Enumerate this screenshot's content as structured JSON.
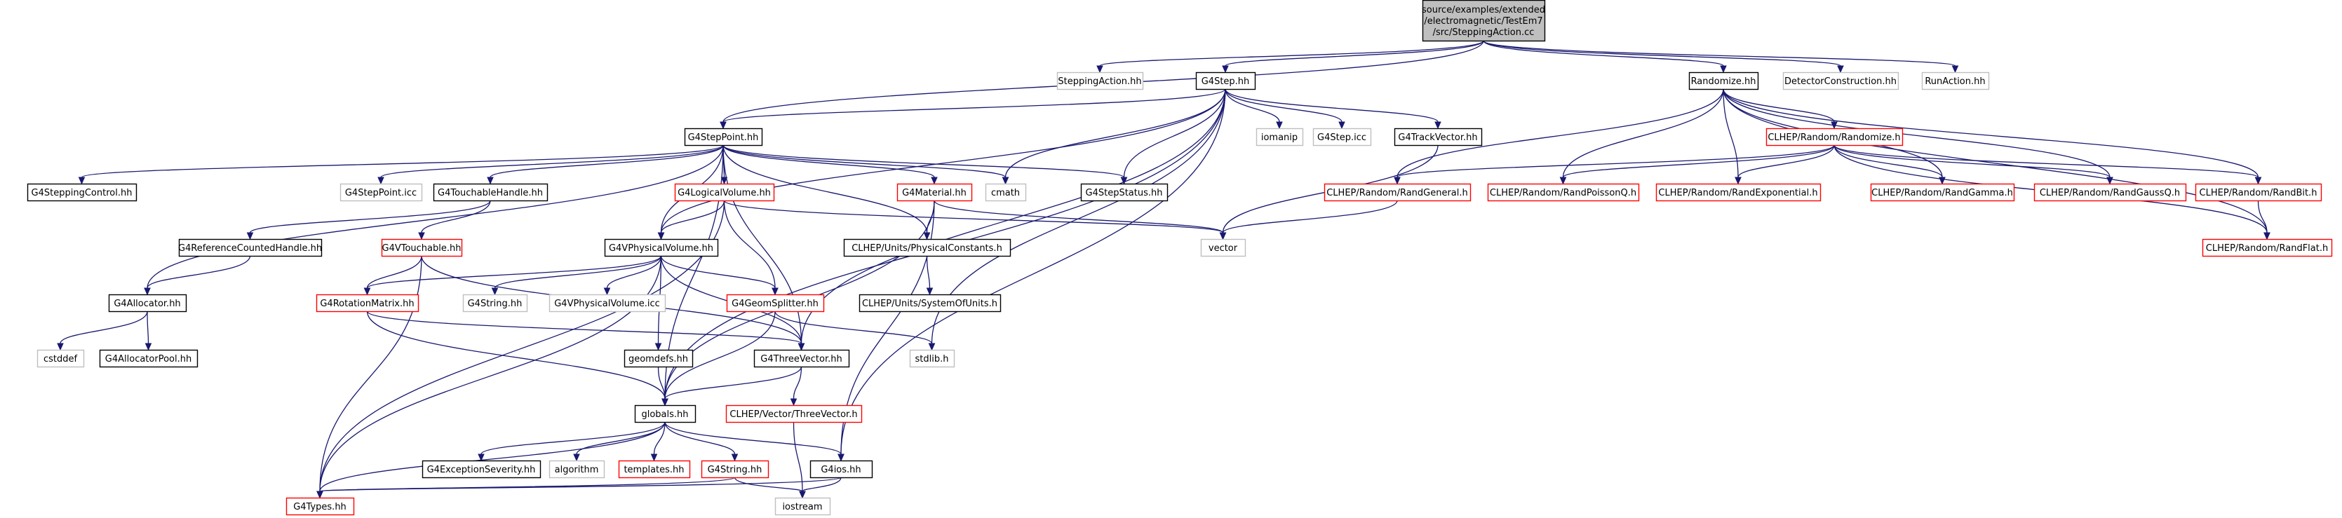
{
  "colors": {
    "edge": "#191970",
    "root_fill": "#bfbfbf",
    "border_documented": "#000000",
    "border_truncated": "#ff0000",
    "border_external": "#bfbfbf"
  },
  "nodes": [
    {
      "id": "root",
      "lines": [
        "source/examples/extended",
        "/electromagnetic/TestEm7",
        "/src/SteppingAction.cc"
      ],
      "style": "root"
    },
    {
      "id": "steppingaction",
      "lines": [
        "SteppingAction.hh"
      ],
      "style": "external"
    },
    {
      "id": "g4step",
      "lines": [
        "G4Step.hh"
      ],
      "style": "documented"
    },
    {
      "id": "randomize",
      "lines": [
        "Randomize.hh"
      ],
      "style": "documented"
    },
    {
      "id": "detector",
      "lines": [
        "DetectorConstruction.hh"
      ],
      "style": "external"
    },
    {
      "id": "runaction",
      "lines": [
        "RunAction.hh"
      ],
      "style": "external"
    },
    {
      "id": "g4steppoint",
      "lines": [
        "G4StepPoint.hh"
      ],
      "style": "documented"
    },
    {
      "id": "iomanip",
      "lines": [
        "iomanip"
      ],
      "style": "external"
    },
    {
      "id": "g4stepicc",
      "lines": [
        "G4Step.icc"
      ],
      "style": "external"
    },
    {
      "id": "g4trackvector",
      "lines": [
        "G4TrackVector.hh"
      ],
      "style": "documented"
    },
    {
      "id": "clhep_randomize",
      "lines": [
        "CLHEP/Random/Randomize.h"
      ],
      "style": "truncated"
    },
    {
      "id": "g4steppingcontrol",
      "lines": [
        "G4SteppingControl.hh"
      ],
      "style": "documented"
    },
    {
      "id": "g4steppointicc",
      "lines": [
        "G4StepPoint.icc"
      ],
      "style": "external"
    },
    {
      "id": "g4touchablehandle",
      "lines": [
        "G4TouchableHandle.hh"
      ],
      "style": "documented"
    },
    {
      "id": "g4logicalvolume",
      "lines": [
        "G4LogicalVolume.hh"
      ],
      "style": "truncated"
    },
    {
      "id": "g4material",
      "lines": [
        "G4Material.hh"
      ],
      "style": "truncated"
    },
    {
      "id": "cmath",
      "lines": [
        "cmath"
      ],
      "style": "external"
    },
    {
      "id": "g4stepstatus",
      "lines": [
        "G4StepStatus.hh"
      ],
      "style": "documented"
    },
    {
      "id": "randgeneral",
      "lines": [
        "CLHEP/Random/RandGeneral.h"
      ],
      "style": "truncated"
    },
    {
      "id": "randpoissonq",
      "lines": [
        "CLHEP/Random/RandPoissonQ.h"
      ],
      "style": "truncated"
    },
    {
      "id": "randexponential",
      "lines": [
        "CLHEP/Random/RandExponential.h"
      ],
      "style": "truncated"
    },
    {
      "id": "randgamma",
      "lines": [
        "CLHEP/Random/RandGamma.h"
      ],
      "style": "truncated"
    },
    {
      "id": "randgaussq",
      "lines": [
        "CLHEP/Random/RandGaussQ.h"
      ],
      "style": "truncated"
    },
    {
      "id": "randbit",
      "lines": [
        "CLHEP/Random/RandBit.h"
      ],
      "style": "truncated"
    },
    {
      "id": "g4referencecounted",
      "lines": [
        "G4ReferenceCountedHandle.hh"
      ],
      "style": "documented"
    },
    {
      "id": "g4vtouchable",
      "lines": [
        "G4VTouchable.hh"
      ],
      "style": "truncated"
    },
    {
      "id": "g4vphysicalvolume",
      "lines": [
        "G4VPhysicalVolume.hh"
      ],
      "style": "documented"
    },
    {
      "id": "physconst",
      "lines": [
        "CLHEP/Units/PhysicalConstants.h"
      ],
      "style": "documented"
    },
    {
      "id": "vector",
      "lines": [
        "vector"
      ],
      "style": "external"
    },
    {
      "id": "randflat",
      "lines": [
        "CLHEP/Random/RandFlat.h"
      ],
      "style": "truncated"
    },
    {
      "id": "g4allocator",
      "lines": [
        "G4Allocator.hh"
      ],
      "style": "documented"
    },
    {
      "id": "g4rotationmatrix",
      "lines": [
        "G4RotationMatrix.hh"
      ],
      "style": "truncated"
    },
    {
      "id": "g4stringhh_top",
      "lines": [
        "G4String.hh"
      ],
      "style": "external"
    },
    {
      "id": "g4vphysicalicc",
      "lines": [
        "G4VPhysicalVolume.icc"
      ],
      "style": "external"
    },
    {
      "id": "g4geomsplitter",
      "lines": [
        "G4GeomSplitter.hh"
      ],
      "style": "truncated"
    },
    {
      "id": "sysofunits",
      "lines": [
        "CLHEP/Units/SystemOfUnits.h"
      ],
      "style": "documented"
    },
    {
      "id": "cstddef",
      "lines": [
        "cstddef"
      ],
      "style": "external"
    },
    {
      "id": "g4allocatorpool",
      "lines": [
        "G4AllocatorPool.hh"
      ],
      "style": "documented"
    },
    {
      "id": "geomdefs",
      "lines": [
        "geomdefs.hh"
      ],
      "style": "documented"
    },
    {
      "id": "g4threevector",
      "lines": [
        "G4ThreeVector.hh"
      ],
      "style": "documented"
    },
    {
      "id": "stdlib",
      "lines": [
        "stdlib.h"
      ],
      "style": "external"
    },
    {
      "id": "globals",
      "lines": [
        "globals.hh"
      ],
      "style": "documented"
    },
    {
      "id": "clhep_threevector",
      "lines": [
        "CLHEP/Vector/ThreeVector.h"
      ],
      "style": "truncated"
    },
    {
      "id": "g4exceptionseverity",
      "lines": [
        "G4ExceptionSeverity.hh"
      ],
      "style": "documented"
    },
    {
      "id": "algorithm",
      "lines": [
        "algorithm"
      ],
      "style": "external"
    },
    {
      "id": "templates",
      "lines": [
        "templates.hh"
      ],
      "style": "truncated"
    },
    {
      "id": "g4string",
      "lines": [
        "G4String.hh"
      ],
      "style": "truncated"
    },
    {
      "id": "g4ios",
      "lines": [
        "G4ios.hh"
      ],
      "style": "documented"
    },
    {
      "id": "g4types",
      "lines": [
        "G4Types.hh"
      ],
      "style": "truncated"
    },
    {
      "id": "iostream",
      "lines": [
        "iostream"
      ],
      "style": "external"
    }
  ],
  "edges": [
    [
      "root",
      "steppingaction"
    ],
    [
      "root",
      "g4step"
    ],
    [
      "root",
      "randomize"
    ],
    [
      "root",
      "detector"
    ],
    [
      "root",
      "runaction"
    ],
    [
      "root",
      "g4steppoint"
    ],
    [
      "g4step",
      "g4steppoint"
    ],
    [
      "g4step",
      "iomanip"
    ],
    [
      "g4step",
      "g4stepicc"
    ],
    [
      "g4step",
      "g4trackvector"
    ],
    [
      "g4step",
      "g4vphysicalvolume"
    ],
    [
      "g4step",
      "cmath"
    ],
    [
      "g4step",
      "g4stepstatus"
    ],
    [
      "g4step",
      "g4threevector"
    ],
    [
      "g4step",
      "stdlib"
    ],
    [
      "g4step",
      "globals"
    ],
    [
      "g4step",
      "g4ios"
    ],
    [
      "randomize",
      "clhep_randomize"
    ],
    [
      "randomize",
      "randgeneral"
    ],
    [
      "randomize",
      "randpoissonq"
    ],
    [
      "randomize",
      "randexponential"
    ],
    [
      "randomize",
      "randgamma"
    ],
    [
      "randomize",
      "randgaussq"
    ],
    [
      "randomize",
      "randbit"
    ],
    [
      "randomize",
      "randflat"
    ],
    [
      "clhep_randomize",
      "randgeneral"
    ],
    [
      "clhep_randomize",
      "randpoissonq"
    ],
    [
      "clhep_randomize",
      "randexponential"
    ],
    [
      "clhep_randomize",
      "randgamma"
    ],
    [
      "clhep_randomize",
      "randgaussq"
    ],
    [
      "clhep_randomize",
      "randbit"
    ],
    [
      "clhep_randomize",
      "randflat"
    ],
    [
      "randbit",
      "randflat"
    ],
    [
      "randgeneral",
      "vector"
    ],
    [
      "g4trackvector",
      "vector"
    ],
    [
      "g4steppoint",
      "g4steppingcontrol"
    ],
    [
      "g4steppoint",
      "g4steppointicc"
    ],
    [
      "g4steppoint",
      "g4touchablehandle"
    ],
    [
      "g4steppoint",
      "g4logicalvolume"
    ],
    [
      "g4steppoint",
      "g4material"
    ],
    [
      "g4steppoint",
      "cmath"
    ],
    [
      "g4steppoint",
      "g4stepstatus"
    ],
    [
      "g4steppoint",
      "g4vphysicalvolume"
    ],
    [
      "g4steppoint",
      "physconst"
    ],
    [
      "g4steppoint",
      "g4allocator"
    ],
    [
      "g4steppoint",
      "g4threevector"
    ],
    [
      "g4steppoint",
      "globals"
    ],
    [
      "g4touchablehandle",
      "g4referencecounted"
    ],
    [
      "g4touchablehandle",
      "g4vtouchable"
    ],
    [
      "g4referencecounted",
      "g4allocator"
    ],
    [
      "g4logicalvolume",
      "g4vphysicalvolume"
    ],
    [
      "g4logicalvolume",
      "g4geomsplitter"
    ],
    [
      "g4logicalvolume",
      "vector"
    ],
    [
      "g4logicalvolume",
      "g4types"
    ],
    [
      "g4material",
      "vector"
    ],
    [
      "g4material",
      "physconst"
    ],
    [
      "g4material",
      "globals"
    ],
    [
      "g4material",
      "g4ios"
    ],
    [
      "g4vtouchable",
      "g4rotationmatrix"
    ],
    [
      "g4vtouchable",
      "g4threevector"
    ],
    [
      "g4vtouchable",
      "g4types"
    ],
    [
      "g4vphysicalvolume",
      "g4rotationmatrix"
    ],
    [
      "g4vphysicalvolume",
      "g4stringhh_top"
    ],
    [
      "g4vphysicalvolume",
      "g4vphysicalicc"
    ],
    [
      "g4vphysicalvolume",
      "g4geomsplitter"
    ],
    [
      "g4vphysicalvolume",
      "geomdefs"
    ],
    [
      "g4vphysicalvolume",
      "g4threevector"
    ],
    [
      "g4vphysicalvolume",
      "g4types"
    ],
    [
      "physconst",
      "sysofunits"
    ],
    [
      "g4allocator",
      "cstddef"
    ],
    [
      "g4allocator",
      "g4allocatorpool"
    ],
    [
      "g4rotationmatrix",
      "g4threevector"
    ],
    [
      "g4rotationmatrix",
      "globals"
    ],
    [
      "g4geomsplitter",
      "stdlib"
    ],
    [
      "g4geomsplitter",
      "globals"
    ],
    [
      "geomdefs",
      "globals"
    ],
    [
      "g4threevector",
      "globals"
    ],
    [
      "g4threevector",
      "clhep_threevector"
    ],
    [
      "clhep_threevector",
      "iostream"
    ],
    [
      "globals",
      "g4exceptionseverity"
    ],
    [
      "globals",
      "algorithm"
    ],
    [
      "globals",
      "templates"
    ],
    [
      "globals",
      "g4string"
    ],
    [
      "globals",
      "g4ios"
    ],
    [
      "globals",
      "g4types"
    ],
    [
      "g4string",
      "g4types"
    ],
    [
      "g4string",
      "iostream"
    ],
    [
      "g4ios",
      "g4types"
    ],
    [
      "g4ios",
      "iostream"
    ]
  ]
}
